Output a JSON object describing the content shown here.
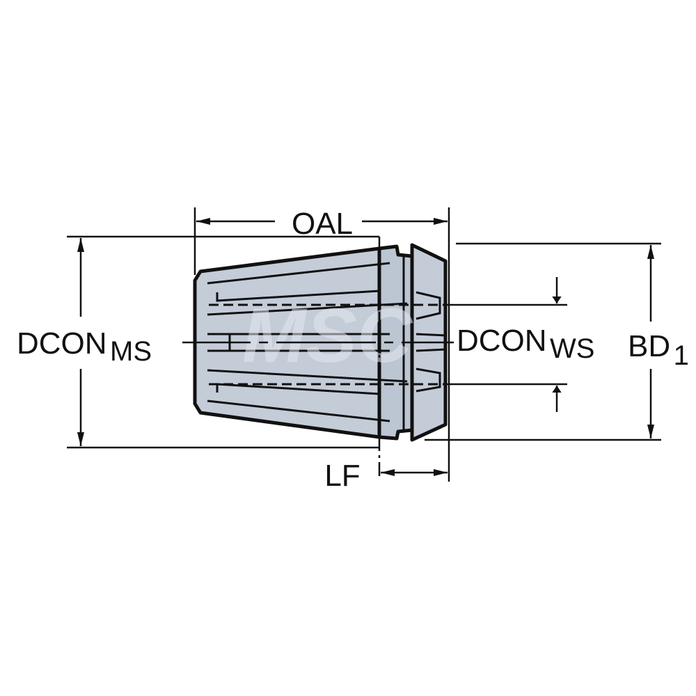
{
  "colors": {
    "background": "#ffffff",
    "body_fill": "#c4ccd8",
    "outline": "#111111",
    "watermark": "#e3e8ee"
  },
  "labels": {
    "oal": "OAL",
    "lf": "LF",
    "dcon_ms_main": "DCON",
    "dcon_ms_sub": "MS",
    "dcon_ws_main": "DCON",
    "dcon_ws_sub": "WS",
    "bd1_main": "BD",
    "bd1_sub": "1"
  },
  "watermark": {
    "text": "MSC"
  }
}
